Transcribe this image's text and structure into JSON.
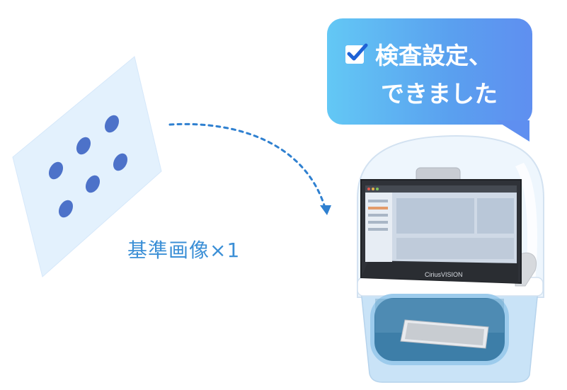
{
  "reference": {
    "label": "基準画像×1",
    "dot_color": "#4d72c9",
    "card_color": "#e3f1fd"
  },
  "bubble": {
    "line1": "検査設定、",
    "line2": "できました",
    "icon": "checkbox-checked-icon",
    "gradient_start": "#63c8f5",
    "gradient_end": "#5f8ff0"
  },
  "device": {
    "brand": "CiriusVISION",
    "icon": "inspection-machine-icon"
  },
  "arrow": {
    "style": "dotted",
    "color": "#2f80d0"
  }
}
